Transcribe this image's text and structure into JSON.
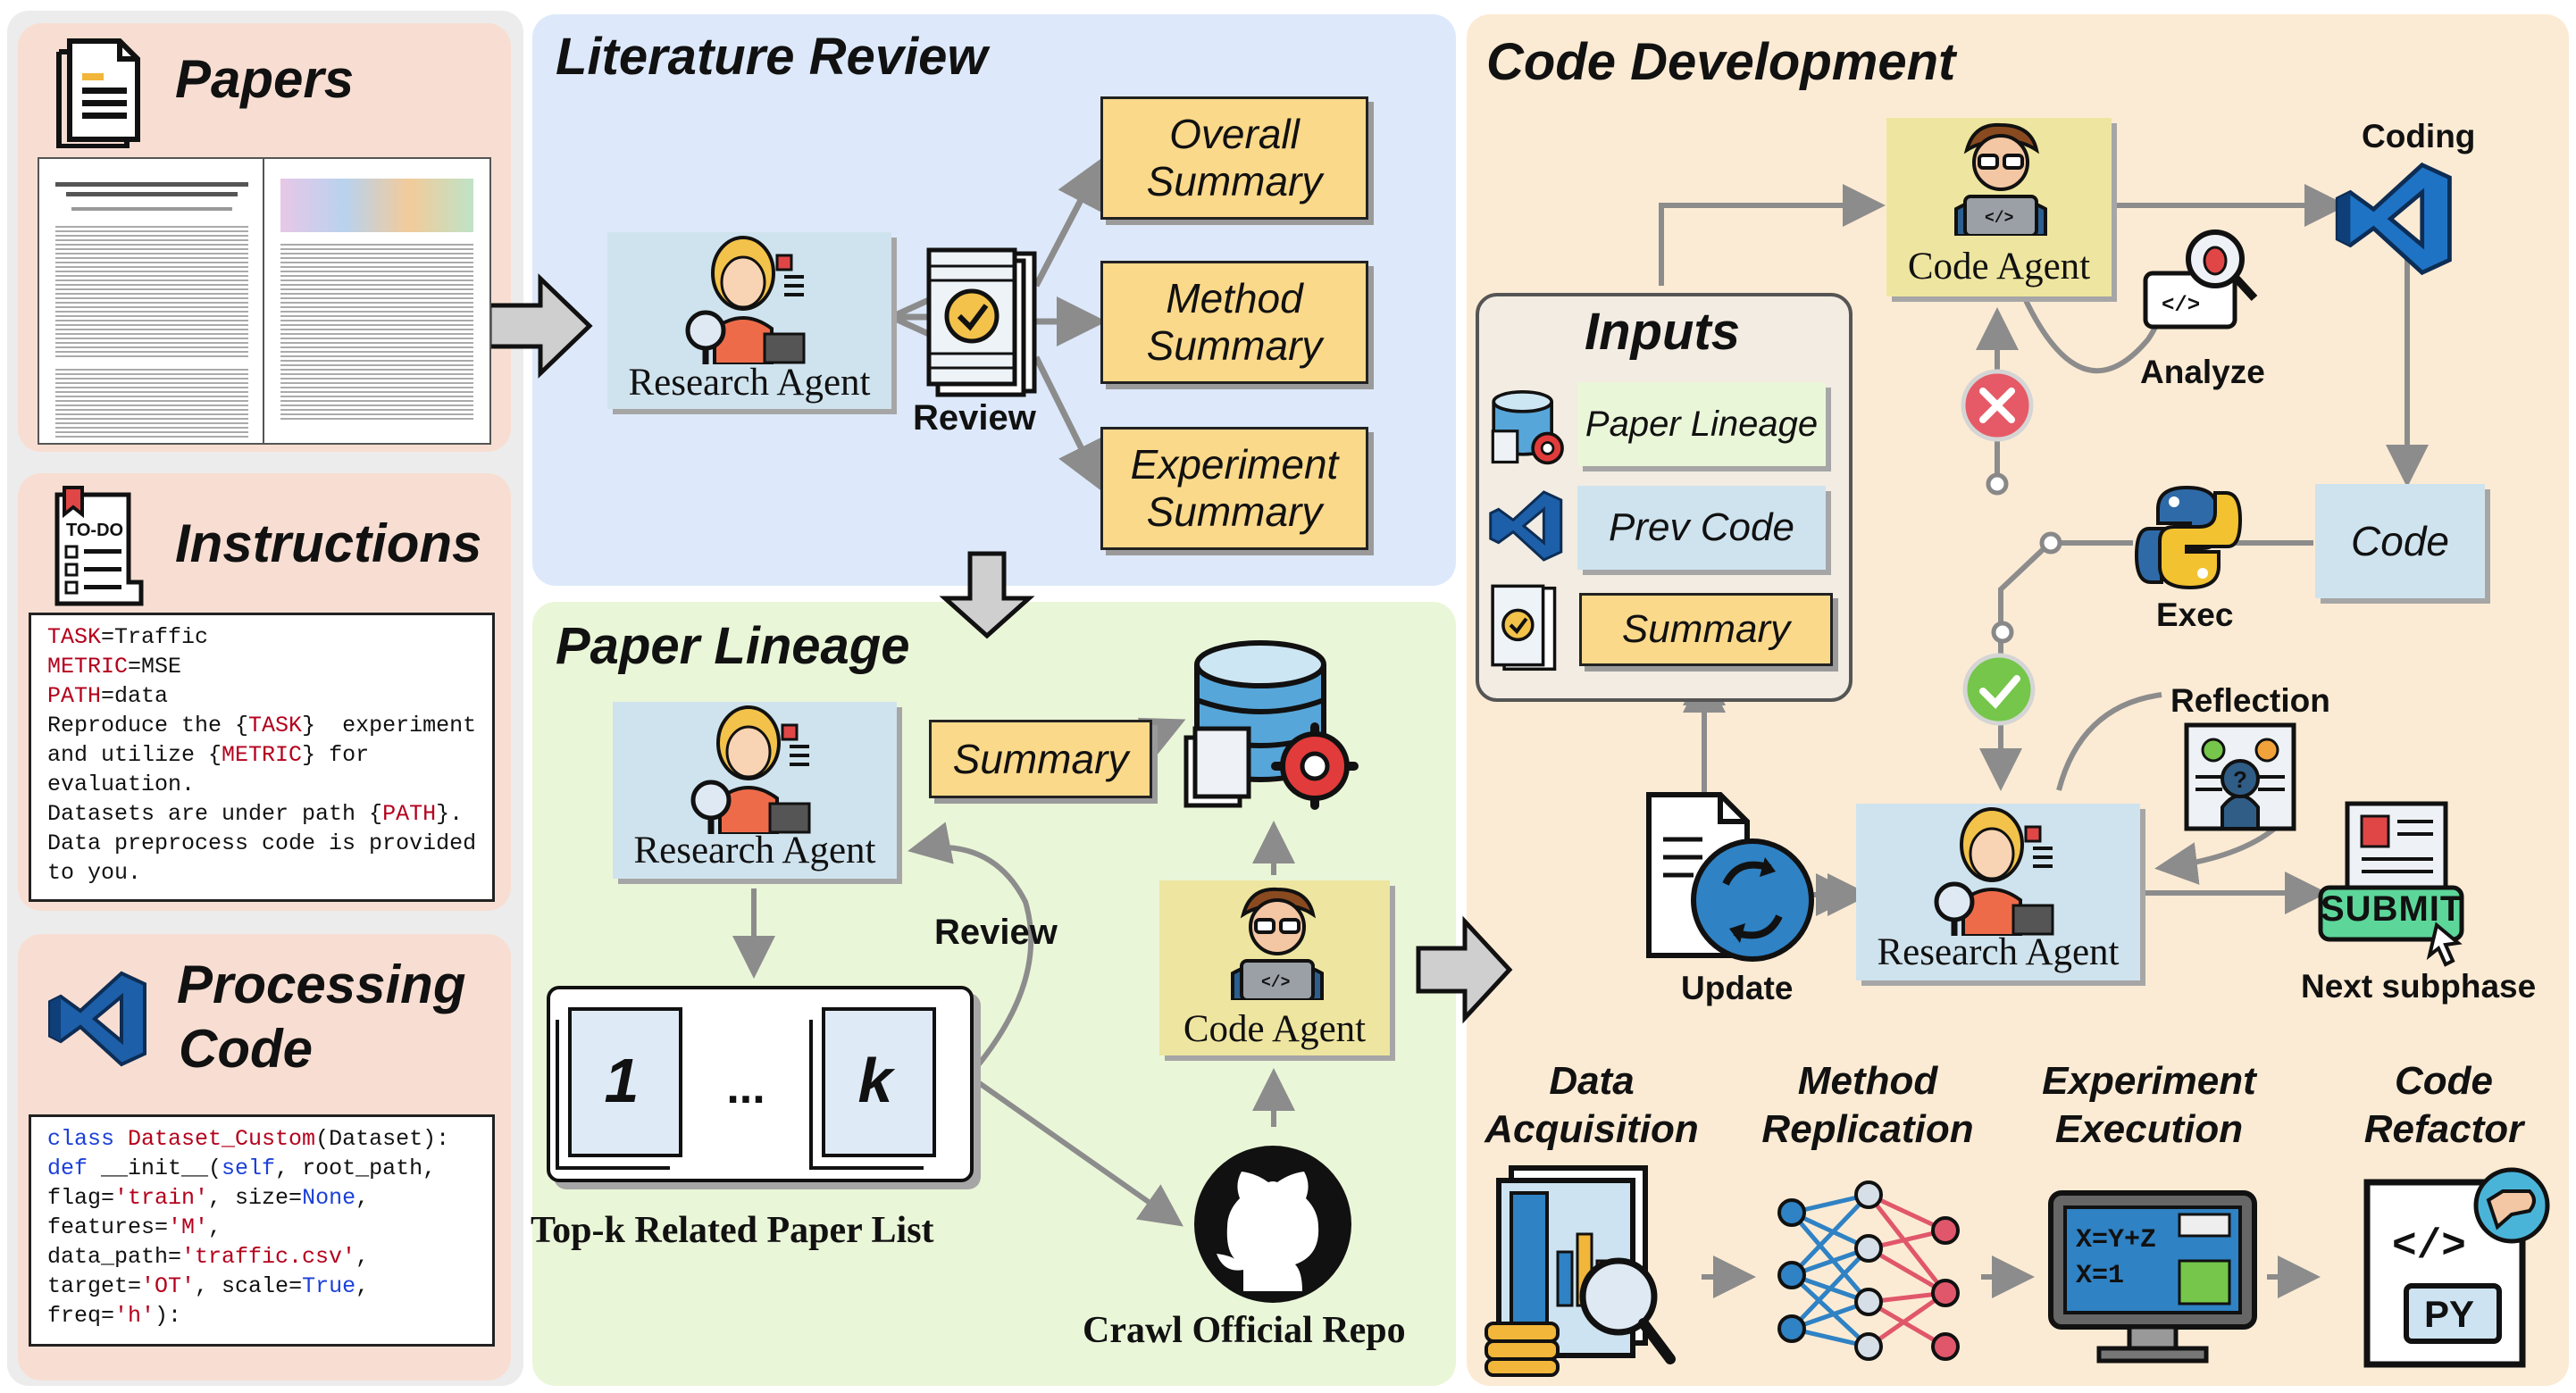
{
  "left": {
    "papers_title": "Papers",
    "instructions_title": "Instructions",
    "processing_title_line1": "Processing",
    "processing_title_line2": "Code",
    "instructions_lines": [
      {
        "pre": "",
        "red": "TASK",
        "post": "=Traffic"
      },
      {
        "pre": "",
        "red": "METRIC",
        "post": "=MSE"
      },
      {
        "pre": "",
        "red": "PATH",
        "post": "=data"
      },
      {
        "pre": "Reproduce the {",
        "red": "TASK",
        "post": "}  experiment"
      },
      {
        "pre": "and utilize {",
        "red": "METRIC",
        "post": "} for"
      },
      {
        "pre": "evaluation.",
        "red": "",
        "post": ""
      },
      {
        "pre": "Datasets are under path {",
        "red": "PATH",
        "post": "}."
      },
      {
        "pre": "Data preprocess code is provided",
        "red": "",
        "post": ""
      },
      {
        "pre": "to you.",
        "red": "",
        "post": ""
      }
    ],
    "code_lines": [
      [
        {
          "t": "class ",
          "c": "kw"
        },
        {
          "t": "Dataset_Custom",
          "c": "rd"
        },
        {
          "t": "(Dataset):",
          "c": ""
        }
      ],
      [
        {
          "t": "def ",
          "c": "kw"
        },
        {
          "t": "__init__(",
          "c": ""
        },
        {
          "t": "self",
          "c": "kw"
        },
        {
          "t": ", root_path,",
          "c": ""
        }
      ],
      [
        {
          "t": "flag=",
          "c": ""
        },
        {
          "t": "'train'",
          "c": "rd"
        },
        {
          "t": ", size=",
          "c": ""
        },
        {
          "t": "None",
          "c": "kw"
        },
        {
          "t": ",",
          "c": ""
        }
      ],
      [
        {
          "t": "features=",
          "c": ""
        },
        {
          "t": "'M'",
          "c": "rd"
        },
        {
          "t": ",",
          "c": ""
        }
      ],
      [
        {
          "t": "data_path=",
          "c": ""
        },
        {
          "t": "'traffic.csv'",
          "c": "rd"
        },
        {
          "t": ",",
          "c": ""
        }
      ],
      [
        {
          "t": "target=",
          "c": ""
        },
        {
          "t": "'OT'",
          "c": "rd"
        },
        {
          "t": ", scale=",
          "c": ""
        },
        {
          "t": "True",
          "c": "kw"
        },
        {
          "t": ",",
          "c": ""
        }
      ],
      [
        {
          "t": "freq=",
          "c": ""
        },
        {
          "t": "'h'",
          "c": "rd"
        },
        {
          "t": "):",
          "c": ""
        }
      ]
    ],
    "todo_label": "TO-DO"
  },
  "literature": {
    "title": "Literature Review",
    "agent_label": "Research Agent",
    "review_label": "Review",
    "overall": "Overall\nSummary",
    "method": "Method\nSummary",
    "experiment": "Experiment\nSummary"
  },
  "lineage": {
    "title": "Paper Lineage",
    "agent_label": "Research Agent",
    "summary_label": "Summary",
    "review_label": "Review",
    "code_agent_label": "Code Agent",
    "list_label": "Top-k Related Paper List",
    "crawl_label": "Crawl Official Repo",
    "card_first": "1",
    "card_dots": "...",
    "card_last": "k"
  },
  "codedev": {
    "title": "Code Development",
    "code_agent_label": "Code Agent",
    "coding_label": "Coding",
    "analyze_label": "Analyze",
    "inputs_title": "Inputs",
    "input_lineage": "Paper Lineage",
    "input_prev": "Prev Code",
    "input_summary": "Summary",
    "code_label": "Code",
    "exec_label": "Exec",
    "reflection_label": "Reflection",
    "research_agent_label": "Research Agent",
    "update_label": "Update",
    "submit_label": "SUBMIT",
    "next_label": "Next subphase",
    "phases": [
      {
        "line1": "Data",
        "line2": "Acquisition"
      },
      {
        "line1": "Method",
        "line2": "Replication"
      },
      {
        "line1": "Experiment",
        "line2": "Execution"
      },
      {
        "line1": "Code",
        "line2": "Refactor"
      }
    ],
    "eq_line1": "X=Y+Z",
    "eq_line2": "X=1",
    "py_label": "PY"
  },
  "colors": {
    "panel_left": "#f8ded2",
    "panel_lit": "#dde9fa",
    "panel_lineage": "#eaf6d8",
    "panel_code": "#fcebd4",
    "yellow": "#fbd98a",
    "blue_box": "#cfe3ee",
    "agent_yellow": "#eee6a0"
  }
}
